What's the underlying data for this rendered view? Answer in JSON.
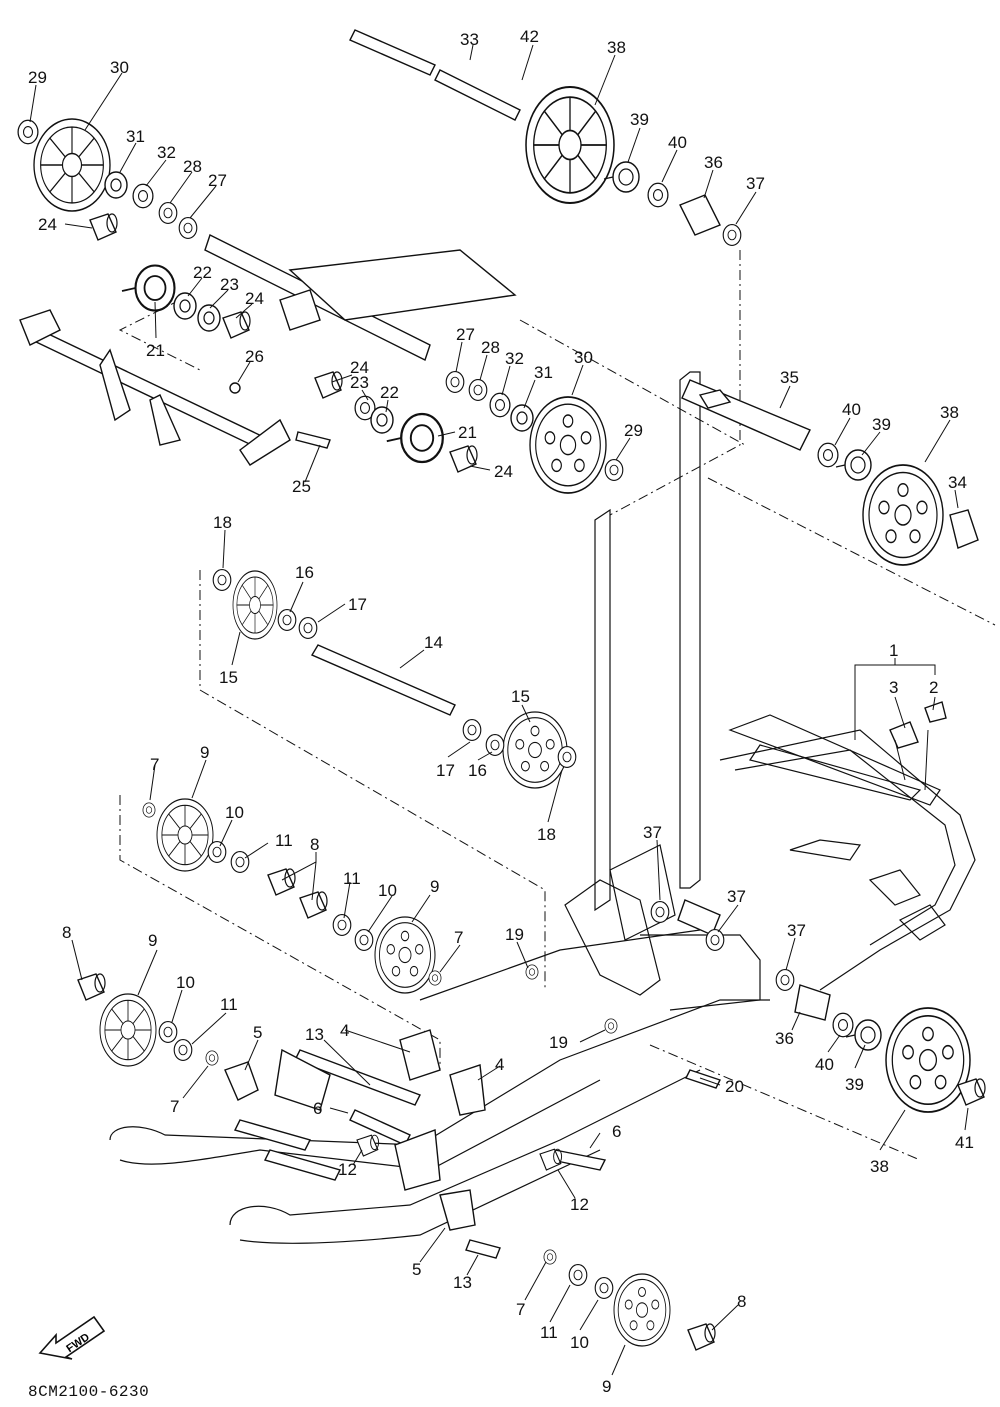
{
  "diagram": {
    "callouts": [
      "1",
      "2",
      "3",
      "4",
      "5",
      "6",
      "7",
      "8",
      "9",
      "10",
      "11",
      "12",
      "13",
      "14",
      "15",
      "16",
      "17",
      "18",
      "19",
      "20",
      "21",
      "22",
      "23",
      "24",
      "25",
      "26",
      "27",
      "28",
      "29",
      "30",
      "31",
      "32",
      "33",
      "34",
      "35",
      "36",
      "37",
      "38",
      "39",
      "40",
      "41",
      "42"
    ],
    "fwd_label": "FWD",
    "drawing_number": "8CM2100-6230"
  }
}
